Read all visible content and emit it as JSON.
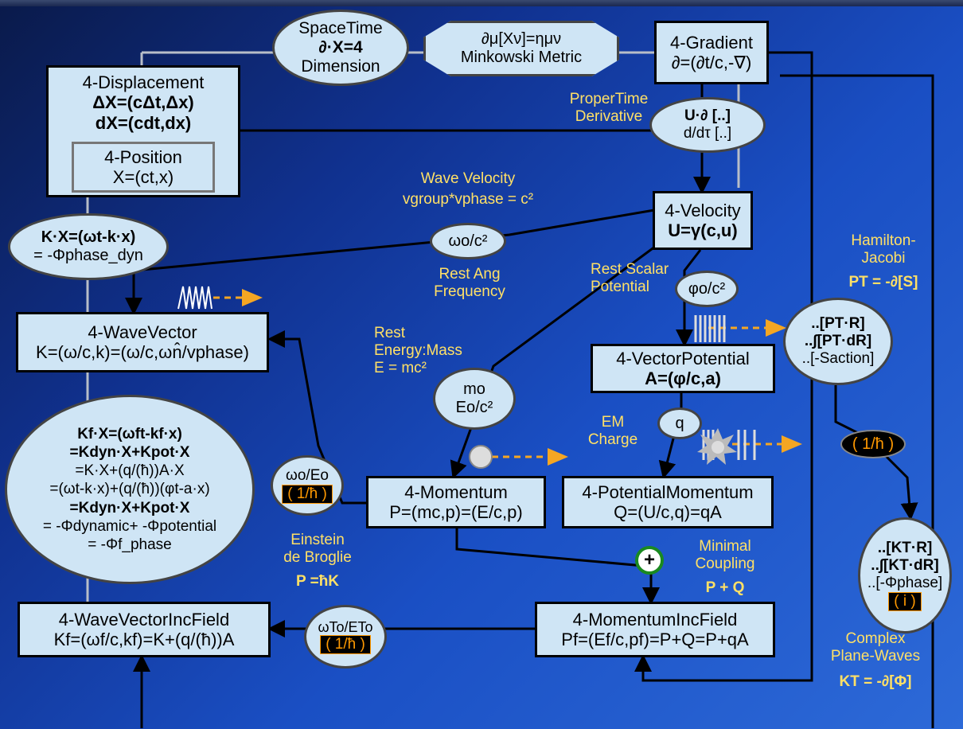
{
  "nodes": {
    "spacetime": {
      "line1": "SpaceTime",
      "line2": "∂·X=4",
      "line3": "Dimension"
    },
    "minkowski": {
      "line1": "∂μ[Xν]=ημν",
      "line2": "Minkowski Metric"
    },
    "gradient": {
      "title": "4-Gradient",
      "eq": "∂=(∂t/c,-∇)"
    },
    "displacement": {
      "title": "4-Displacement",
      "eq1": "ΔX=(cΔt,Δx)",
      "eq2": "dX=(cdt,dx)"
    },
    "position": {
      "title": "4-Position",
      "eq": "X=(ct,x)"
    },
    "propertime_op": {
      "line1": "U·∂ [..]",
      "line2": "d/dτ [..]"
    },
    "velocity": {
      "title": "4-Velocity",
      "eq": "U=γ(c,u)"
    },
    "kx": {
      "line1": "K·X=(ωt-k·x)",
      "line2": "= -Φphase_dyn"
    },
    "omega_c2": {
      "text": "ωo/c²"
    },
    "wavevector": {
      "title": "4-WaveVector",
      "eq": "K=(ω/c,k)=(ω/c,ωn̂/vphase)"
    },
    "phi_c2": {
      "text": "φo/c²"
    },
    "vectorpotential": {
      "title": "4-VectorPotential",
      "eq": "A=(φ/c,a)"
    },
    "hj_ops": {
      "line1": "..[PT·R]",
      "line2": "..∫[PT·dR]",
      "line3": "..[-Saction]"
    },
    "kfx": {
      "l1": "Kf·X=(ωft-kf·x)",
      "l2": "=Kdyn·X+Kpot·X",
      "l3": "=K·X+(q/(ħ))A·X",
      "l4": "=(ωt-k·x)+(q/(ħ))(φt-a·x)",
      "l5": "=Kdyn·X+Kpot·X",
      "l6": "= -Φdynamic+ -Φpotential",
      "l7": "= -Φf_phase"
    },
    "mass": {
      "line1": "mo",
      "line2": "Eo/c²"
    },
    "charge": {
      "text": "q"
    },
    "hbar_right": {
      "text": "( 1/ħ )"
    },
    "omega_e": {
      "line1": "ωo/Eo",
      "badge": "( 1/ħ )"
    },
    "momentum": {
      "title": "4-Momentum",
      "eq": "P=(mc,p)=(E/c,p)"
    },
    "potmomentum": {
      "title": "4-PotentialMomentum",
      "eq": "Q=(U/c,q)=qA"
    },
    "kt_ops": {
      "line1": "..[KT·R]",
      "line2": "..∫[KT·dR]",
      "line3": "..[-Φphase]",
      "badge": "( i )"
    },
    "plus": {
      "text": "+"
    },
    "wvincfield": {
      "title": "4-WaveVectorIncField",
      "eq": "Kf=(ωf/c,kf)=K+(q/(ħ))A"
    },
    "omega_to": {
      "line1": "ωTo/ETo",
      "badge": "( 1/ħ )"
    },
    "momincfield": {
      "title": "4-MomentumIncField",
      "eq": "Pf=(Ef/c,pf)=P+Q=P+qA"
    }
  },
  "labels": {
    "propertime": "ProperTime\nDerivative",
    "wave_velocity": "Wave Velocity",
    "wave_velocity_eq": "vgroup*vphase = c²",
    "rest_ang": "Rest Ang\nFrequency",
    "rest_scalar": "Rest Scalar\nPotential",
    "hamilton_jacobi": "Hamilton-\nJacobi",
    "hj_eq": "PT = -∂[S]",
    "rest_energy": "Rest\nEnergy:Mass\nE = mc²",
    "em_charge": "EM\nCharge",
    "einstein": "Einstein\nde Broglie",
    "einstein_eq": "P =ħK",
    "minimal": "Minimal\nCoupling",
    "minimal_eq": "P + Q",
    "complex": "Complex\nPlane-Waves",
    "complex_eq": "KT = -∂[Φ]"
  },
  "colors": {
    "box_fill": "#cfe5f5",
    "accent_yellow": "#ffe066",
    "arrow_orange": "#f5a623",
    "vector_blue": "#1046d8",
    "vector_red": "#e01010"
  }
}
